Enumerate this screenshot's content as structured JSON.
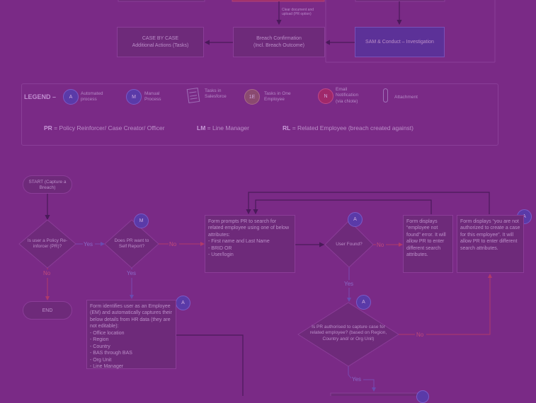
{
  "top": {
    "note": "Clear document and upload (PR option)",
    "case_by_case": [
      "CASE BY CASE",
      "Additional Actions (Tasks)"
    ],
    "breach_confirmation": [
      "Breach Confirmation",
      "(Incl. Breach Outcome)"
    ],
    "sam_investigation": "SAM & Conduct – Investigation"
  },
  "legend": {
    "title": "LEGEND –",
    "items": [
      {
        "badge": "A",
        "text": "Automated process"
      },
      {
        "badge": "M",
        "text": "Manual Process"
      },
      {
        "badge": "",
        "text": "Tasks in Salesforce"
      },
      {
        "badge": "1E",
        "text": "Tasks in One Employee"
      },
      {
        "badge": "N",
        "text": "Email Notification (via cNote)"
      },
      {
        "badge": "",
        "text": "Attachment"
      }
    ],
    "abbreviations": [
      {
        "key": "PR",
        "value": " = Policy Reinforcer/ Case Creator/ Officer"
      },
      {
        "key": "LM",
        "value": " = Line Manager"
      },
      {
        "key": "RL",
        "value": " = Related Employee (breach created against)"
      }
    ]
  },
  "flow": {
    "start": "START (Capture a Breach)",
    "end": "END",
    "diamond1": "Is user a Policy Re-inforcer (PR)?",
    "diamond2": "Does PR want to Self Report?",
    "diamond3": "User Found?",
    "diamond4": "Is PR authorised to capture case for related employee? (based on Region, Country and/ or Org Unit)",
    "labels": {
      "yes": "Yes",
      "no": "No"
    },
    "search_box": [
      "Form prompts PR to search for related employee using one of below attributes:",
      "- First name and Last Name",
      "- BRID OR",
      "- User/login"
    ],
    "not_found_box": "Form displays “employee not found” error. It will allow PR to enter different search attributes.",
    "not_authorised_box": "Form displays “you are not authorized to create a case for this employee”. It will allow PR to enter different search attributes.",
    "self_box": [
      "Form identifies user as an Employee (EM) and automatically captures their below details from HR data (they are not editable):",
      "- Office location",
      "- Region",
      "- Country",
      "- BAS through BAS",
      "- Org Unit",
      "- Line Manager"
    ]
  }
}
